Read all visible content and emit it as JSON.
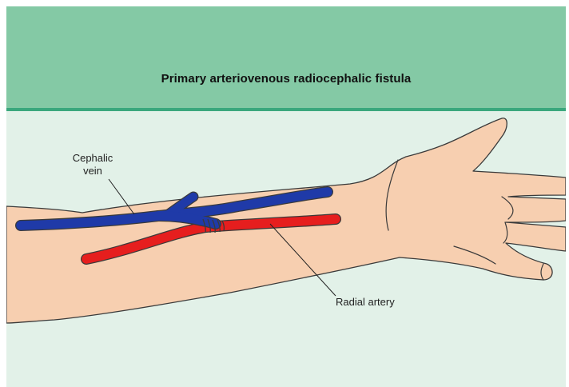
{
  "title": "Primary arteriovenous radiocephalic fistula",
  "labels": {
    "vein_line1": "Cephalic",
    "vein_line2": "vein",
    "artery": "Radial artery"
  },
  "colors": {
    "background": "#e2f1e8",
    "header": "#84c9a5",
    "header_rule": "#3aa77d",
    "skin": "#f7cfb0",
    "outline": "#3a3a3a",
    "vein": "#1f3aa8",
    "artery": "#e61e1e"
  }
}
